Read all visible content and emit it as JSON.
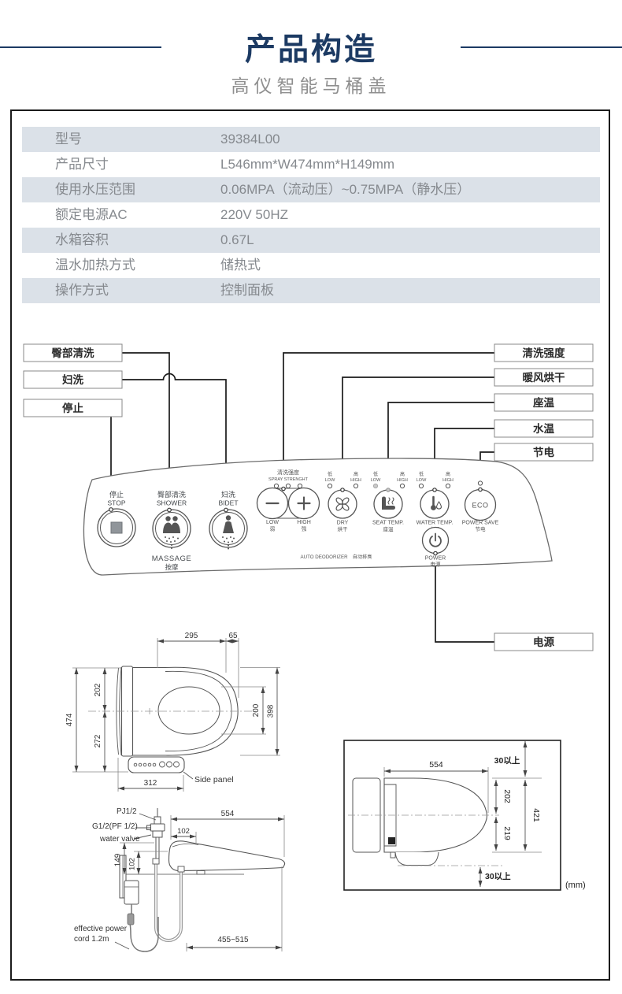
{
  "header": {
    "title": "产品构造",
    "subtitle": "高仪智能马桶盖"
  },
  "spec_table": {
    "rows": [
      {
        "label": "型号",
        "value": "39384L00"
      },
      {
        "label": "产品尺寸",
        "value": "L546mm*W474mm*H149mm"
      },
      {
        "label": "使用水压范围",
        "value": "0.06MPA（流动压）~0.75MPA（静水压）"
      },
      {
        "label": "额定电源AC",
        "value": "220V 50HZ"
      },
      {
        "label": "水箱容积",
        "value": "0.67L"
      },
      {
        "label": "温水加热方式",
        "value": "储热式"
      },
      {
        "label": "操作方式",
        "value": "控制面板"
      }
    ]
  },
  "callouts": {
    "hip_wash": "臀部清洗",
    "bidet_wash": "妇洗",
    "stop": "停止",
    "spray_strength": "清洗强度",
    "warm_air_dry": "暖风烘干",
    "seat_temp": "座温",
    "water_temp": "水温",
    "power_save": "节电",
    "power": "电源"
  },
  "panel": {
    "stop": {
      "cn": "停止",
      "en": "STOP"
    },
    "shower": {
      "cn": "臀部清洗",
      "en": "SHOWER"
    },
    "massage": {
      "en": "MASSAGE",
      "cn": "按摩"
    },
    "bidet": {
      "cn": "妇洗",
      "en": "BIDET"
    },
    "spray": {
      "cn": "清洗强度",
      "en": "SPRAY STRENGHT"
    },
    "low_btn": {
      "en": "LOW",
      "cn": "弱"
    },
    "high_btn": {
      "en": "HIGH",
      "cn": "强"
    },
    "led_low": {
      "cn": "低",
      "en": "LOW"
    },
    "led_high": {
      "cn": "高",
      "en": "HIGH"
    },
    "dry": {
      "en": "DRY",
      "cn": "烘干"
    },
    "seat_temp": {
      "en": "SEAT TEMP.",
      "cn": "座温"
    },
    "water_temp": {
      "en": "WATER TEMP.",
      "cn": "水温"
    },
    "eco": "ECO",
    "power_save": {
      "en": "POWER SAVE",
      "cn": "节电"
    },
    "power": {
      "en": "POWER",
      "cn": "电源"
    },
    "deodorizer": "AUTO DEODORIZER　自动排臭"
  },
  "top_view": {
    "dim_295": "295",
    "dim_65": "65",
    "dim_474": "474",
    "dim_202": "202",
    "dim_272": "272",
    "dim_200": "200",
    "dim_398": "398",
    "dim_312": "312",
    "side_panel": "Side panel"
  },
  "side_view": {
    "pj": "PJ1/2",
    "g": "G1/2(PF 1/2)",
    "water_valve": "water valve",
    "dim_554": "554",
    "dim_102_h": "102",
    "dim_149": "149",
    "dim_102_v": "102",
    "cord_line1": "effective power",
    "cord_line2": "cord 1.2m",
    "dim_range": "455~515"
  },
  "clearance": {
    "dim_554": "554",
    "top_clear": "30以上",
    "dim_202": "202",
    "dim_219": "219",
    "dim_421": "421",
    "bottom_clear": "30以上",
    "unit": "(mm)"
  }
}
